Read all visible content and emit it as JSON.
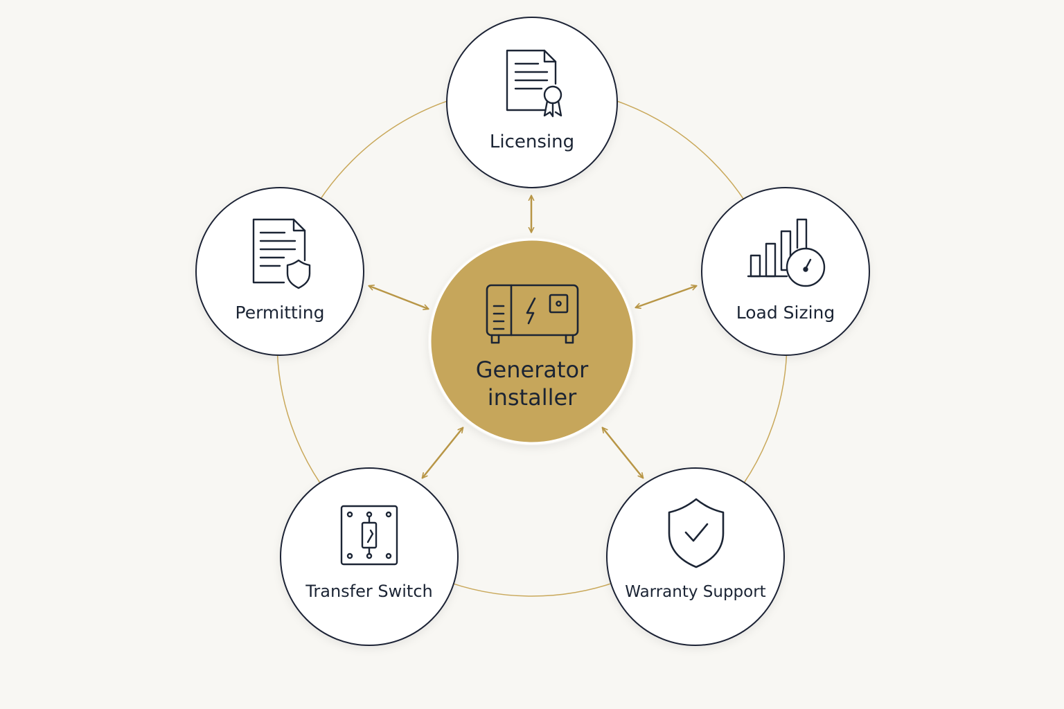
{
  "colors": {
    "background": "#f8f7f3",
    "ring": "#c9a85a",
    "arrow": "#b89646",
    "node_stroke": "#1b2434",
    "node_fill": "#ffffff",
    "center_fill": "#c6a65b",
    "icon_stroke": "#1b2434",
    "text": "#1b2434"
  },
  "center": {
    "line1": "Generator",
    "line2": "installer",
    "icon": "generator-icon"
  },
  "nodes": [
    {
      "key": "licensing",
      "label": "Licensing",
      "icon": "certificate-document-icon"
    },
    {
      "key": "load-sizing",
      "label": "Load Sizing",
      "icon": "bar-chart-gauge-icon"
    },
    {
      "key": "warranty-support",
      "label": "Warranty Support",
      "icon": "shield-check-icon"
    },
    {
      "key": "transfer-switch",
      "label": "Transfer Switch",
      "icon": "transfer-switch-icon"
    },
    {
      "key": "permitting",
      "label": "Permitting",
      "icon": "document-shield-icon"
    }
  ]
}
